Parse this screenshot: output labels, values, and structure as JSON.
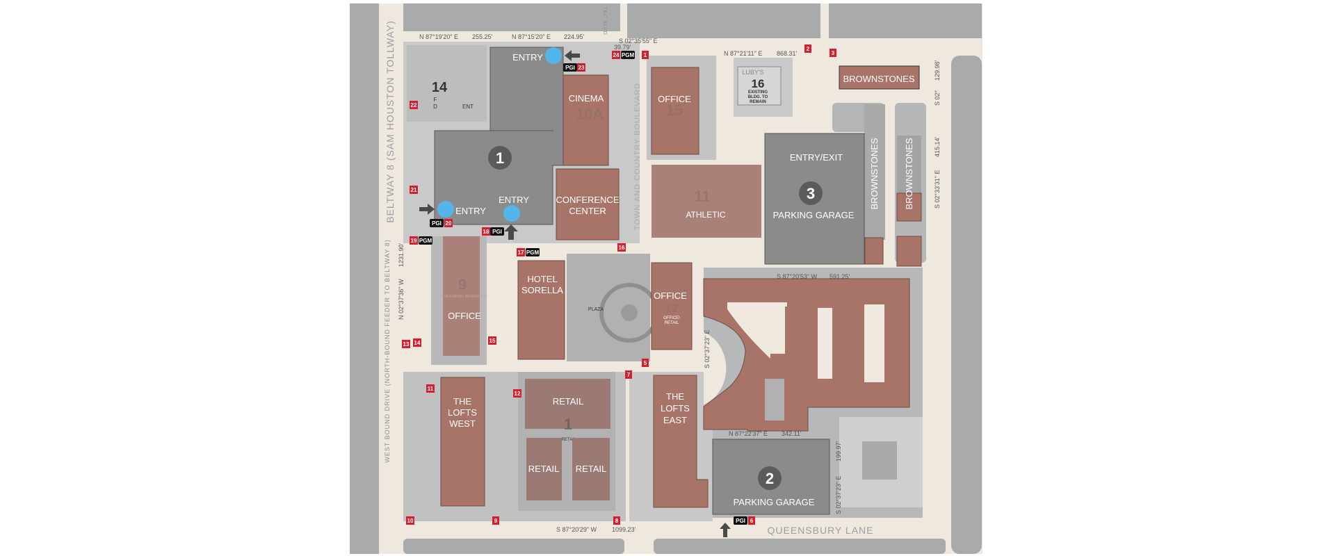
{
  "streets": {
    "beltway": "BELTWAY 8 (SAM HOUSTON TOLLWAY)",
    "west_bound": "WEST BOUND DRIVE (NORTH-BOUND FEEDER TO BELTWAY 8)",
    "town_country": "TOWN AND COUNTRY BOULEVARD",
    "queensbury": "QUEENSBURY LANE",
    "tc_blvd": "T&C BLVD"
  },
  "buildings": {
    "b1_number": "1",
    "b1_entry_top": "ENTRY",
    "b1_entry_left": "ENTRY",
    "b1_entry_bottom": "ENTRY",
    "cinema": "CINEMA",
    "cinema_ghost": "10A",
    "conference_1": "CONFERENCE",
    "conference_2": "CENTER",
    "lot14_number": "14",
    "lot14_f": "F",
    "lot14_d": "D",
    "lot14_ent": "ENT",
    "office15": "OFFICE",
    "office15_ghost": "15",
    "lubys": "LUBY'S",
    "lubys_number": "16",
    "lubys_note_1": "EXISTING",
    "lubys_note_2": "BLDG. TO",
    "lubys_note_3": "REMAIN",
    "brownstones_top": "BROWNSTONES",
    "b11_ghost": "11",
    "b11_label": "ATHLETIC",
    "garage3_number": "3",
    "garage3_entry": "ENTRY/EXIT",
    "garage3_label": "PARKING GARAGE",
    "brownstones_mid": "BROWNSTONES",
    "brownstones_right": "BROWNSTONES",
    "office9": "OFFICE",
    "office9_ghost": "9",
    "office9_note": "FUTURE RETAIL RESIDENTIAL",
    "hotel_1": "HOTEL",
    "hotel_2": "SORELLA",
    "plaza": "PLAZA",
    "office12": "OFFICE",
    "office12_ghost": "12",
    "office12_note_1": "OFFICE\\",
    "office12_note_2": "RETAIL",
    "lofts_west_1": "THE",
    "lofts_west_2": "LOFTS",
    "lofts_west_3": "WEST",
    "retail_top": "RETAIL",
    "retail_ghost": "1",
    "retail_center": "RETAIL",
    "retail_bl": "RETAIL",
    "retail_br": "RETAIL",
    "lofts_east_1": "THE",
    "lofts_east_2": "LOFTS",
    "lofts_east_3": "EAST",
    "garage2_number": "2",
    "garage2_label": "PARKING GARAGE"
  },
  "survey": {
    "n1": "N 87°19'20\" E",
    "d1": "255.25'",
    "n2": "N 87°15'20\" E",
    "d2": "224.95'",
    "n3": "S 02°35'55\" E",
    "d3": "39.79'",
    "n4": "N 87°21'11\" E",
    "d4": "868.31'",
    "n5": "S 02°",
    "d5": "129.98'",
    "n6": "S 02°33'31\" E",
    "d6": "415.14'",
    "n7": "S 87°20'53\" W",
    "d7": "591.25'",
    "n8": "N 87°22'37\" E",
    "d8": "342.11'",
    "n9": "S 02°37'23\" E",
    "d9": "199.97'",
    "n10": "S 87°20'29\" W",
    "d10": "1099.23'",
    "n11": "N 02°37'36\" W",
    "d11": "1231.90'",
    "n12": "S 02°37'23\" E"
  },
  "badges": [
    "1",
    "2",
    "3",
    "5",
    "6",
    "7",
    "8",
    "9",
    "10",
    "11",
    "12",
    "13",
    "14",
    "15",
    "16",
    "17",
    "18",
    "19",
    "20",
    "21",
    "22",
    "23",
    "24"
  ],
  "tags": {
    "pgi": "PGI",
    "pgm": "PGM"
  },
  "colors": {
    "building": "#a87467",
    "garage": "#8b8b8c",
    "entry_dot": "#55b4ea",
    "badge": "#d3202f"
  }
}
